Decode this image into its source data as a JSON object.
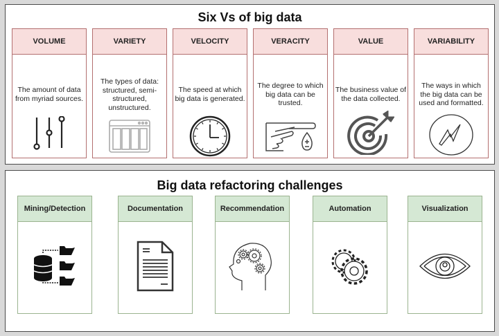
{
  "six_vs": {
    "title": "Six Vs of big data",
    "cards": [
      {
        "label": "VOLUME",
        "description": "The amount of data from myriad sources.",
        "icon": "sliders-icon"
      },
      {
        "label": "VARIETY",
        "description": "The types of data: structured, semi-structured, unstructured.",
        "icon": "browser-window-icon"
      },
      {
        "label": "VELOCITY",
        "description": "The speed at which big data is generated.",
        "icon": "clock-icon"
      },
      {
        "label": "VERACITY",
        "description": "The degree to which big data can be trusted.",
        "icon": "blood-test-icon"
      },
      {
        "label": "VALUE",
        "description": "The business value of the data collected.",
        "icon": "target-icon"
      },
      {
        "label": "VARIABILITY",
        "description": "The ways in which the big data can be used and formatted.",
        "icon": "zigzag-circle-icon"
      }
    ]
  },
  "challenges": {
    "title": "Big data refactoring challenges",
    "cards": [
      {
        "label": "Mining/Detection",
        "icon": "database-folders-icon"
      },
      {
        "label": "Documentation",
        "icon": "document-icon"
      },
      {
        "label": "Recommendation",
        "icon": "head-gears-icon"
      },
      {
        "label": "Automation",
        "icon": "gears-icon"
      },
      {
        "label": "Visualization",
        "icon": "eye-icon"
      }
    ]
  },
  "colors": {
    "vs_header": "#f8dedd",
    "vs_border": "#b36f6f",
    "challenge_header": "#d5e8d4",
    "challenge_border": "#9ab38f"
  }
}
